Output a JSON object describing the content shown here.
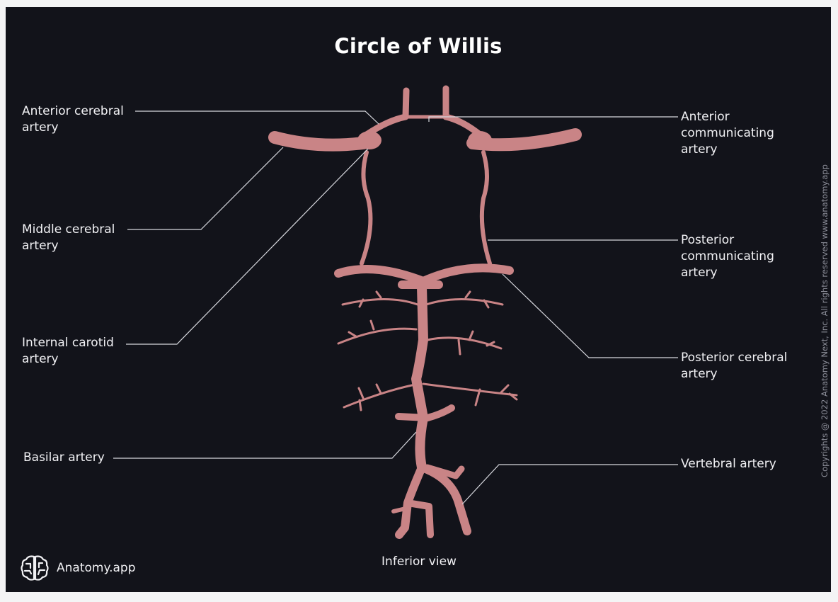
{
  "title": "Circle of Willis",
  "labels": {
    "anterior_cerebral": "Anterior cerebral\nartery",
    "middle_cerebral": "Middle cerebral\nartery",
    "internal_carotid": "Internal carotid\nartery",
    "basilar": "Basilar artery",
    "anterior_communicating": "Anterior\ncommunicating\nartery",
    "posterior_communicating": "Posterior\ncommunicating\nartery",
    "posterior_cerebral": "Posterior cerebral\nartery",
    "vertebral": "Vertebral artery"
  },
  "view": "Inferior view",
  "brand": "Anatomy.app",
  "copyright": "Copyrights @ 2022 Anatomy Next, Inc. All rights reserved www.anatomy.app",
  "colors": {
    "background": "#12131a",
    "artery": "#c98486",
    "text": "#f1f1f4"
  }
}
